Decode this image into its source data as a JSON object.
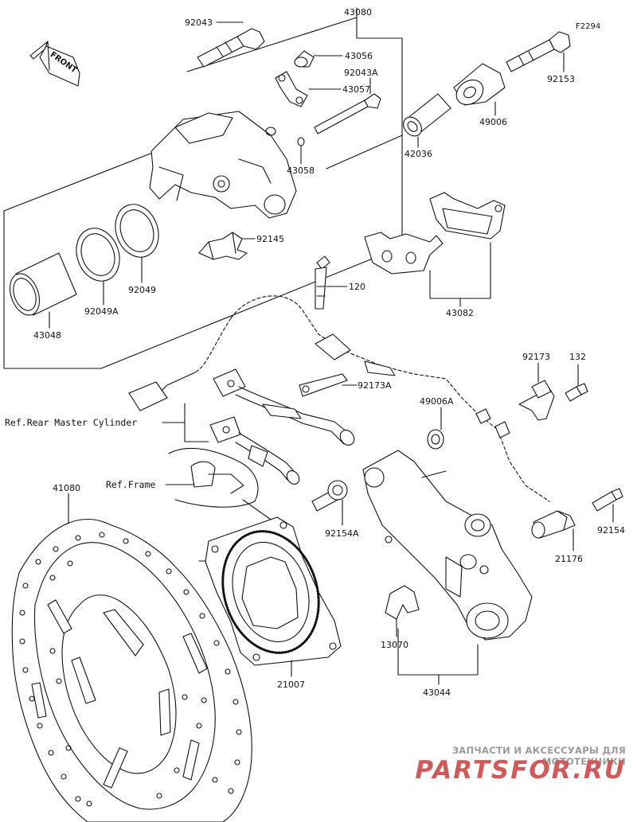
{
  "diagram_code": "F2294",
  "front_label": "FRONT",
  "parts": {
    "p92043": "92043",
    "p43080": "43080",
    "p43056": "43056",
    "p92043A": "92043A",
    "p43057": "43057",
    "p43058": "43058",
    "p92153": "92153",
    "p49006": "49006",
    "p42036": "42036",
    "p92145": "92145",
    "p92049": "92049",
    "p92049A": "92049A",
    "p43048": "43048",
    "p120": "120",
    "p43082": "43082",
    "p92173": "92173",
    "p132": "132",
    "p92173A": "92173A",
    "p49006A": "49006A",
    "p41080": "41080",
    "p92154A": "92154A",
    "p92154": "92154",
    "p21176": "21176",
    "p13070": "13070",
    "p21007": "21007",
    "p43044": "43044"
  },
  "refs": {
    "rear_master_cylinder": "Ref.Rear Master Cylinder",
    "frame": "Ref.Frame"
  },
  "watermark": {
    "tagline": "ЗАПЧАСТИ И АКСЕССУАРЫ ДЛЯ МОТОТЕХНИКИ",
    "brand": "PARTSFOR.RU"
  }
}
